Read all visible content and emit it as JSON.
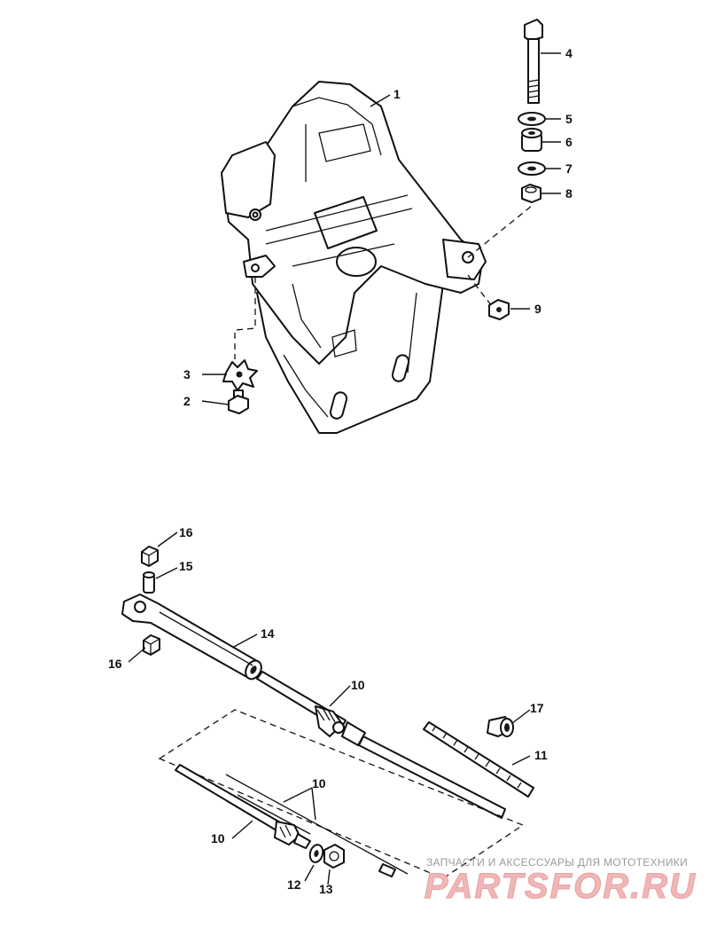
{
  "callouts": [
    {
      "label": "1"
    },
    {
      "label": "2"
    },
    {
      "label": "3"
    },
    {
      "label": "4"
    },
    {
      "label": "5"
    },
    {
      "label": "6"
    },
    {
      "label": "7"
    },
    {
      "label": "8"
    },
    {
      "label": "9"
    },
    {
      "label": "16"
    },
    {
      "label": "15"
    },
    {
      "label": "14"
    },
    {
      "label": "16"
    },
    {
      "label": "10"
    },
    {
      "label": "17"
    },
    {
      "label": "11"
    },
    {
      "label": "10"
    },
    {
      "label": "10"
    },
    {
      "label": "12"
    },
    {
      "label": "13"
    }
  ],
  "watermark": {
    "caption": "ЗАПЧАСТИ И АКСЕССУАРЫ ДЛЯ МОТОТЕХНИКИ",
    "logo": "PARTSFOR.RU"
  }
}
